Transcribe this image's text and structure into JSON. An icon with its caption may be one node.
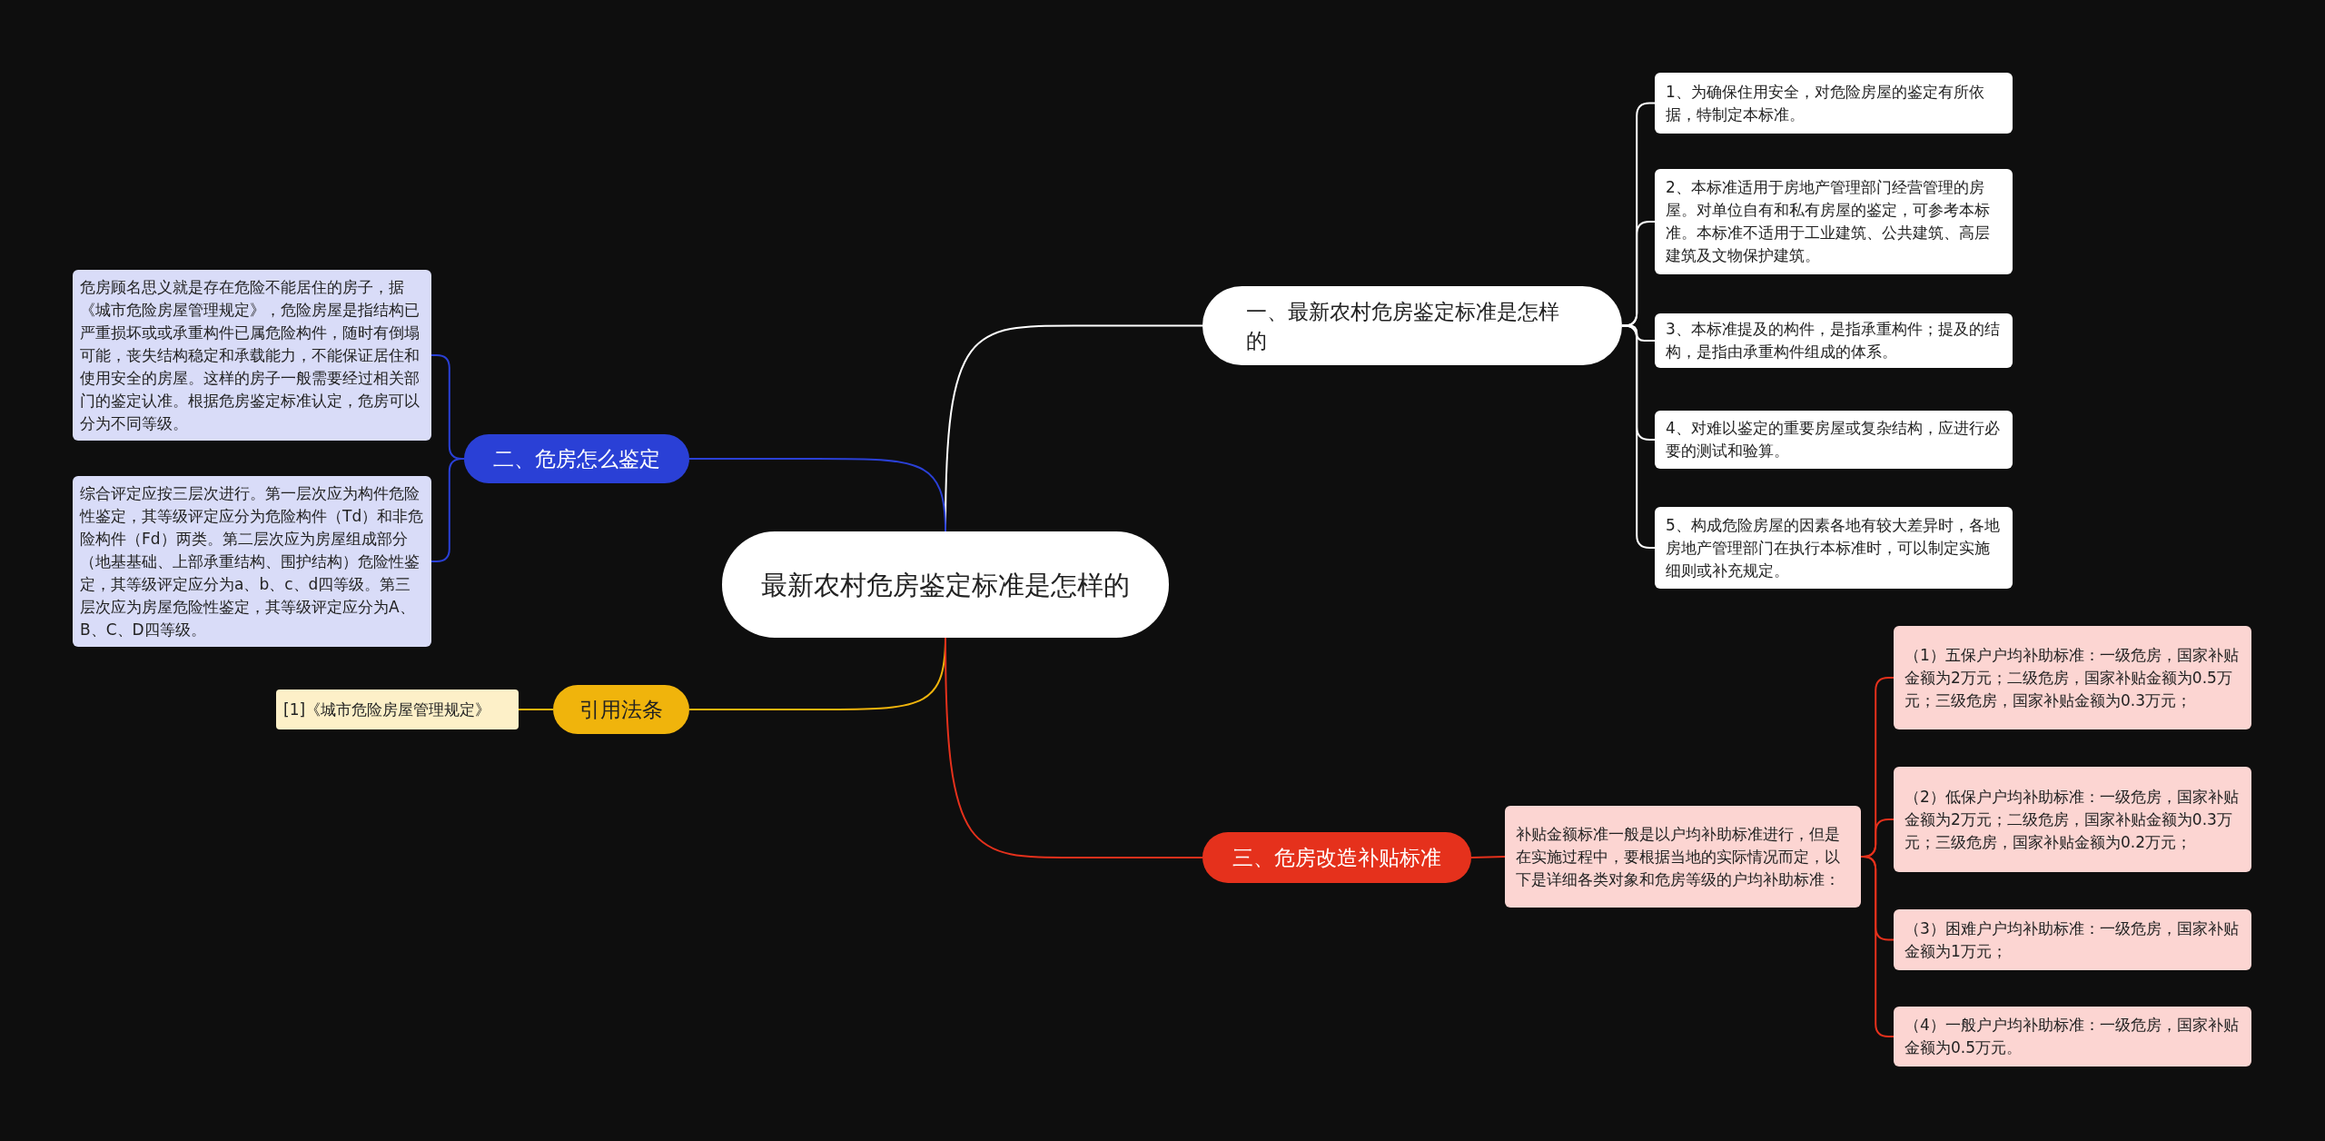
{
  "diagram": {
    "nodes": [
      {
        "text": [
          "最新农村危房鉴定标准是怎样的"
        ]
      },
      {
        "text": [
          "一、最新农村危房鉴定标准是怎样的"
        ]
      },
      {
        "text": [
          "1、为确保住用安全，对危险房屋的鉴定有所依据，特制定本标准。"
        ]
      },
      {
        "text": [
          "2、本标准适用于房地产管理部门经营管理的房屋。对单位自有和私有房屋的鉴定，可参考本标准。本标准不适用于工业建筑、公共建筑、高层建筑及文物保护建筑。"
        ]
      },
      {
        "text": [
          "3、本标准提及的构件，是指承重构件；提及的结构，是指由承重构件组成的体系。"
        ]
      },
      {
        "text": [
          "4、对难以鉴定的重要房屋或复杂结构，应进行必要的测试和验算。"
        ]
      },
      {
        "text": [
          "5、构成危险房屋的因素各地有较大差异时，各地房地产管理部门在执行本标准时，可以制定实施细则或补充规定。"
        ]
      },
      {
        "text": [
          "二、危房怎么鉴定"
        ]
      },
      {
        "text": [
          "危房顾名思义就是存在危险不能居住的房子，据《城市危险房屋管理规定》，危险房屋是指结构已严重损坏或或承重构件已属危险构件，随时有倒塌可能，丧失结构稳定和承载能力，不能保证居住和使用安全的房屋。这样的房子一般需要经过相关部门的鉴定认准。根据危房鉴定标准认定，危房可以分为不同等级。"
        ]
      },
      {
        "text": [
          "综合评定应按三层次进行。第一层次应为构件危险性鉴定，其等级评定应分为危险构件（Td）和非危险构件（Fd）两类。第二层次应为房屋组成部分（地基基础、上部承重结构、围护结构）危险性鉴定，其等级评定应分为a、b、c、d四等级。第三层次应为房屋危险性鉴定，其等级评定应分为A、B、C、D四等级。"
        ]
      },
      {
        "text": [
          "引用法条"
        ]
      },
      {
        "text": [
          "[1]《城市危险房屋管理规定》"
        ]
      },
      {
        "text": [
          "三、危房改造补贴标准"
        ]
      },
      {
        "text": [
          "补贴金额标准一般是以户均补助标准进行，但是在实施过程中，要根据当地的实际情况而定，以下是详细各类对象和危房等级的户均补助标准："
        ]
      },
      {
        "text": [
          "（1）五保户户均补助标准：一级危房，国家补贴金额为2万元；二级危房，国家补贴金额为0.5万元；三级危房，国家补贴金额为0.3万元；"
        ]
      },
      {
        "text": [
          "（2）低保户户均补助标准：一级危房，国家补贴金额为2万元；二级危房，国家补贴金额为0.3万元；三级危房，国家补贴金额为0.2万元；"
        ]
      },
      {
        "text": [
          "（3）困难户户均补助标准：一级危房，国家补贴金额为1万元；"
        ]
      },
      {
        "text": [
          "（4）一般户户均补助标准：一级危房，国家补贴金额为0.5万元。"
        ]
      }
    ],
    "edges": [
      {
        "from": 0,
        "to": 1,
        "arrow": "none",
        "color": "#ffffff"
      },
      {
        "from": 1,
        "to": 2,
        "arrow": "none",
        "color": "#ffffff"
      },
      {
        "from": 1,
        "to": 3,
        "arrow": "none",
        "color": "#ffffff"
      },
      {
        "from": 1,
        "to": 4,
        "arrow": "none",
        "color": "#ffffff"
      },
      {
        "from": 1,
        "to": 5,
        "arrow": "none",
        "color": "#ffffff"
      },
      {
        "from": 1,
        "to": 6,
        "arrow": "none",
        "color": "#ffffff"
      },
      {
        "from": 0,
        "to": 7,
        "arrow": "none",
        "color": "#2a40d6"
      },
      {
        "from": 7,
        "to": 8,
        "arrow": "none",
        "color": "#2a40d6"
      },
      {
        "from": 7,
        "to": 9,
        "arrow": "none",
        "color": "#2a40d6"
      },
      {
        "from": 0,
        "to": 10,
        "arrow": "none",
        "color": "#f0b40c"
      },
      {
        "from": 10,
        "to": 11,
        "arrow": "none",
        "color": "#f0b40c"
      },
      {
        "from": 0,
        "to": 12,
        "arrow": "none",
        "color": "#e5311c"
      },
      {
        "from": 12,
        "to": 13,
        "arrow": "none",
        "color": "#e5311c"
      },
      {
        "from": 13,
        "to": 14,
        "arrow": "none",
        "color": "#e5311c"
      },
      {
        "from": 13,
        "to": 15,
        "arrow": "none",
        "color": "#e5311c"
      },
      {
        "from": 13,
        "to": 16,
        "arrow": "none",
        "color": "#e5311c"
      },
      {
        "from": 13,
        "to": 17,
        "arrow": "none",
        "color": "#e5311c"
      }
    ]
  }
}
